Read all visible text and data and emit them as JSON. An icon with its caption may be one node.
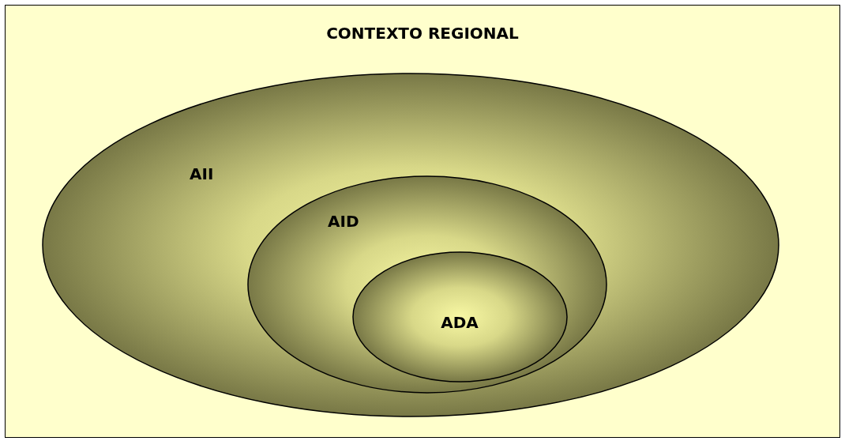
{
  "diagram": {
    "nodes": [
      {
        "text": [
          "CONTEXTO REGIONAL"
        ]
      },
      {
        "text": [
          "AII"
        ],
        "in": 0
      },
      {
        "text": [
          "AID"
        ],
        "in": 1
      },
      {
        "text": [
          "ADA"
        ],
        "in": 2
      }
    ]
  }
}
